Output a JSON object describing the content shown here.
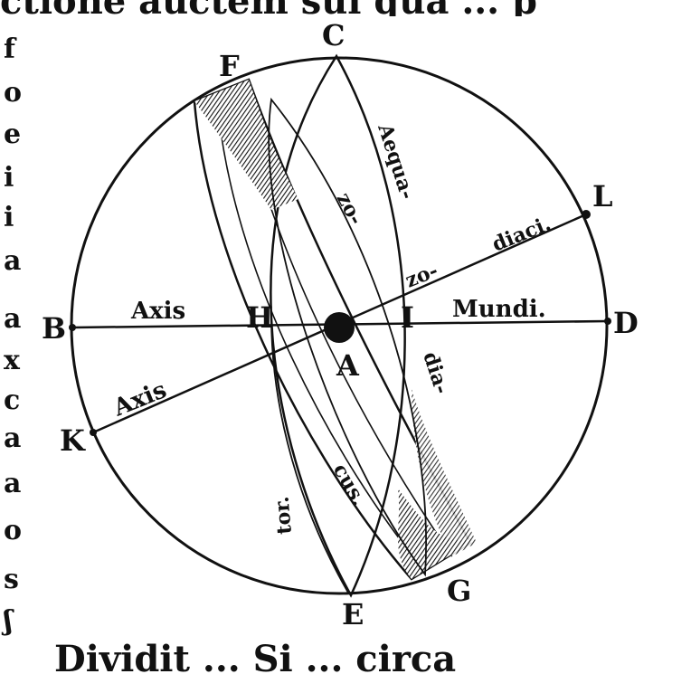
{
  "points": {
    "A": "A",
    "B": "B",
    "C": "C",
    "D": "D",
    "E": "E",
    "F": "F",
    "G": "G",
    "H": "H",
    "I": "I",
    "K": "K",
    "L": "L"
  },
  "words": {
    "axis_horizontal": "Axis",
    "mundi": "Mundi.",
    "axis_oblique": "Axis",
    "aequa": "Aequa-",
    "tor": "tor.",
    "zo_upper": "zo-",
    "zo_lower": "zo-",
    "diaci": "diaci.",
    "dia": "dia-",
    "cus": "cus."
  },
  "top_fragment": "ctione auctem sui qua ... p",
  "bottom_fragment": "Dividit ... Si ...  circa"
}
